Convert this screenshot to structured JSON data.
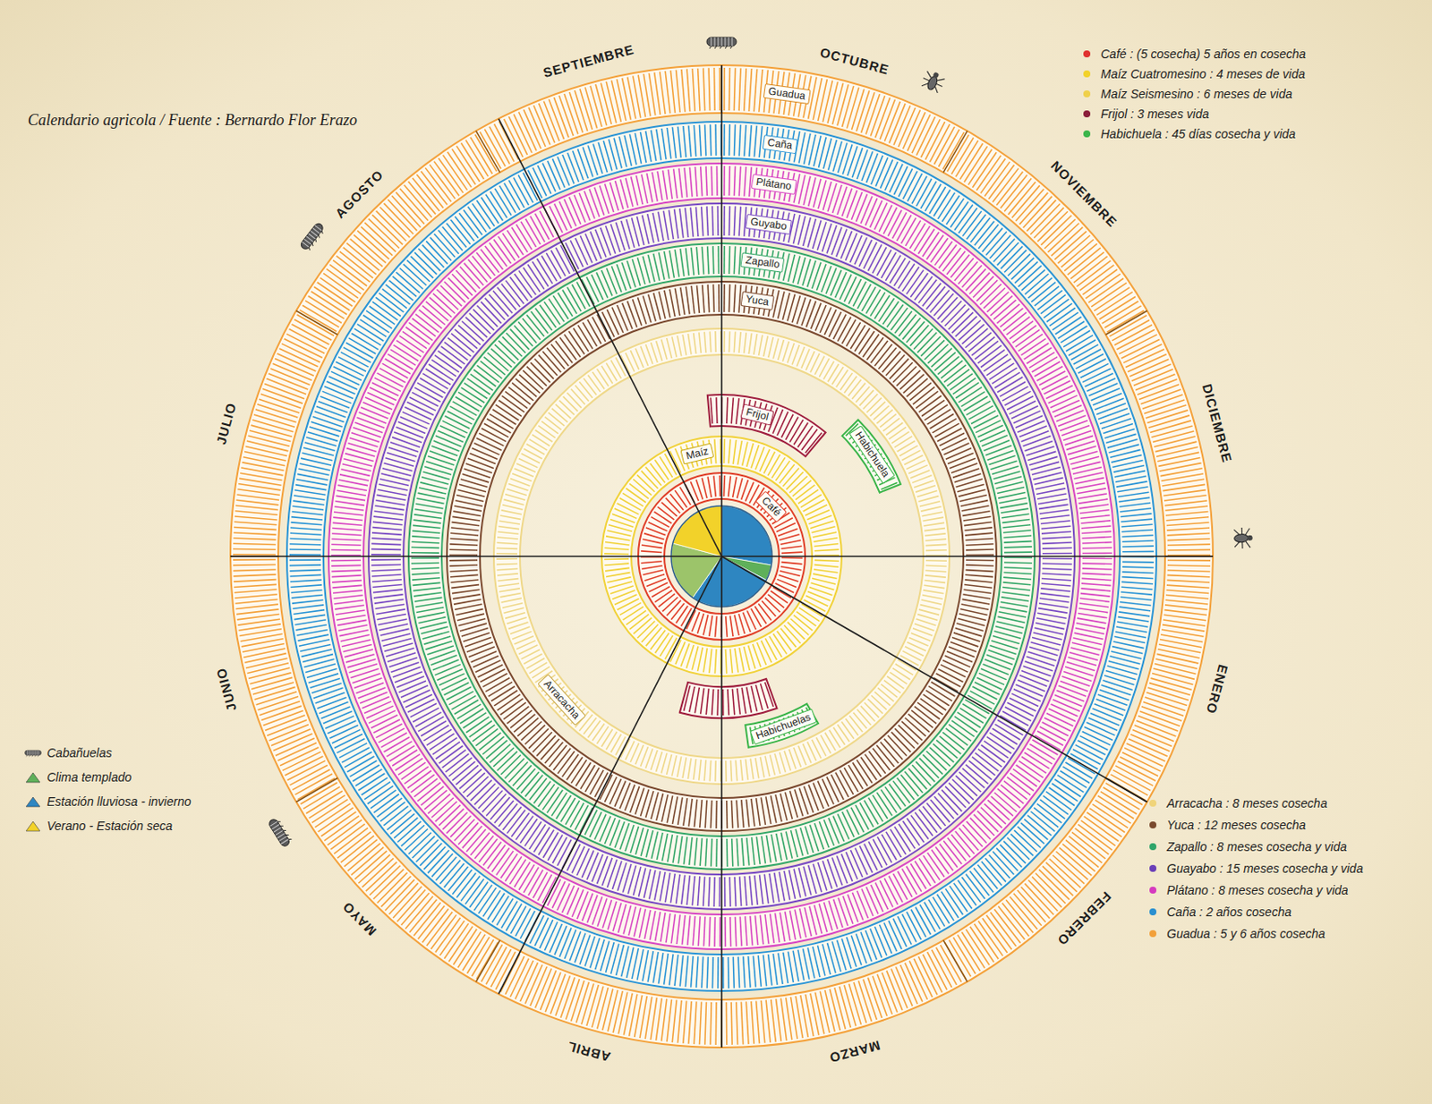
{
  "diagram": {
    "title": "Calendario agricola / Fuente : Bernardo Flor Erazo",
    "labels": [
      "SEPTIEMBRE",
      "OCTUBRE",
      "NOVIEMBRE",
      "DICIEMBRE",
      "ENERO",
      "FEBRERO",
      "MARZO",
      "ABRIL",
      "MAYO",
      "JUNIO",
      "JULIO",
      "AGOSTO",
      "Guadua",
      "Caña",
      "Plátano",
      "Guyabo",
      "Zapallo",
      "Yuca",
      "Frijol",
      "Maíz",
      "Café",
      "Habichuela",
      "Habichuelas",
      "Arracacha"
    ],
    "legend": [
      {
        "text": "Café : (5 cosecha) 5 años en cosecha",
        "color": "#e0312f"
      },
      {
        "text": "Maíz Cuatromesino : 4 meses de vida",
        "color": "#f2d22a"
      },
      {
        "text": "Maíz Seismesino : 6 meses de vida",
        "color": "#efd04a"
      },
      {
        "text": "Frijol : 3 meses vida",
        "color": "#8b1e3a"
      },
      {
        "text": "Habichuela : 45 días cosecha y vida",
        "color": "#3bb54a"
      },
      {
        "text": "Cabañuelas"
      },
      {
        "text": "Clima templado",
        "color": "#5fb05a"
      },
      {
        "text": "Estación lluviosa - invierno",
        "color": "#2e86c1"
      },
      {
        "text": "Verano - Estación seca",
        "color": "#f2d22a"
      },
      {
        "text": "Arracacha : 8 meses cosecha",
        "color": "#f0d47a"
      },
      {
        "text": "Yuca : 12 meses cosecha",
        "color": "#7a4a2e"
      },
      {
        "text": "Zapallo : 8 meses cosecha y vida",
        "color": "#2fa56a"
      },
      {
        "text": "Guayabo : 15 meses cosecha y vida",
        "color": "#6a3fb8"
      },
      {
        "text": "Plátano : 8 meses cosecha y vida",
        "color": "#d63bbf"
      },
      {
        "text": "Caña : 2 años cosecha",
        "color": "#2a8fd0"
      },
      {
        "text": "Guadua : 5 y 6 años cosecha",
        "color": "#f2a03a"
      }
    ]
  }
}
